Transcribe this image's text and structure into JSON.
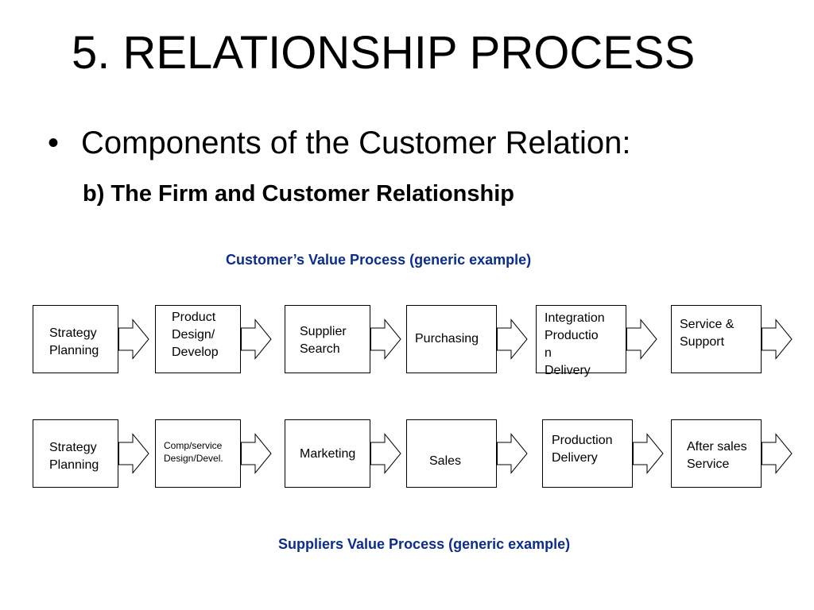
{
  "slide": {
    "title": "5. RELATIONSHIP PROCESS",
    "bullet_marker": "•",
    "bullet": "Components of the Customer Relation:",
    "subheading": "b) The Firm and Customer Relationship"
  },
  "diagram": {
    "top_caption": "Customer’s Value Process (generic example)",
    "bottom_caption": "Suppliers Value Process (generic example)",
    "customer_steps": [
      "Strategy\nPlanning",
      "Product\nDesign/\nDevelop",
      "Supplier\nSearch",
      "Purchasing",
      "Integration\nProductio\nn\nDelivery",
      "Service &\nSupport"
    ],
    "supplier_steps": [
      "Strategy\nPlanning",
      "Comp/service\nDesign/Devel.",
      "Marketing",
      "Sales",
      "Production\nDelivery",
      "After sales\nService"
    ]
  },
  "colors": {
    "caption": "#0b2d8c",
    "text": "#000000",
    "background": "#ffffff"
  }
}
